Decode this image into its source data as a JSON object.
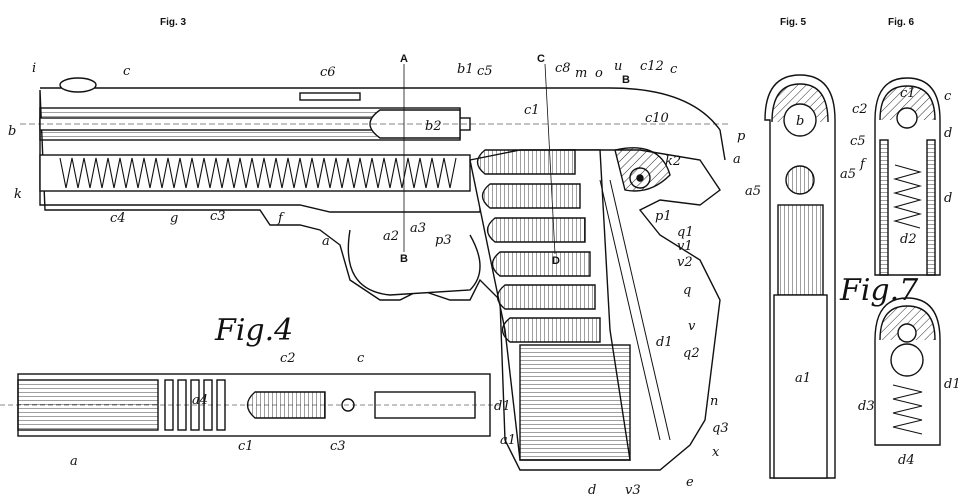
{
  "figure_captions": {
    "fig3": "Fig. 3",
    "fig5": "Fig. 5",
    "fig6": "Fig. 6",
    "fig4": "Fig.4",
    "fig7": "Fig.7"
  },
  "fig3_labels": {
    "i": "i",
    "c": "c",
    "c6": "c6",
    "A": "A",
    "b1": "b1",
    "c5": "c5",
    "C": "C",
    "c8": "c8",
    "m": "m",
    "o": "o",
    "u": "u",
    "c12": "c12",
    "B_top": "B",
    "c_top_right": "c",
    "b": "b",
    "b2": "b2",
    "c1": "c1",
    "c10": "c10",
    "p": "p",
    "k2": "k2",
    "a_right": "a",
    "k": "k",
    "c4": "c4",
    "g": "g",
    "c3": "c3",
    "f": "f",
    "a": "a",
    "a2": "a2",
    "a3": "a3",
    "B_bottom": "B",
    "p3": "p3",
    "D": "D",
    "p1": "p1",
    "q1": "q1",
    "v1": "v1",
    "v2": "v2",
    "q": "q",
    "v": "v",
    "d1": "d1",
    "q2": "q2",
    "n": "n",
    "a1": "a1",
    "q3": "q3",
    "x": "x",
    "d": "d",
    "v3": "v3",
    "e": "e"
  },
  "fig4_labels": {
    "c2": "c2",
    "c": "c",
    "a4": "a4",
    "d1": "d1",
    "a": "a",
    "c1": "c1",
    "c3": "c3"
  },
  "fig5_labels": {
    "b": "b",
    "a5": "a5",
    "a1": "a1"
  },
  "fig6_labels": {
    "c1": "c1",
    "c2": "c2",
    "c": "c",
    "c5": "c5",
    "d": "d",
    "f": "f",
    "a5": "a5",
    "d_lower": "d",
    "d2": "d2"
  },
  "fig7_labels": {
    "d1": "d1",
    "d3": "d3",
    "d4": "d4"
  },
  "colors": {
    "ink": "#111111",
    "paper": "#ffffff"
  }
}
